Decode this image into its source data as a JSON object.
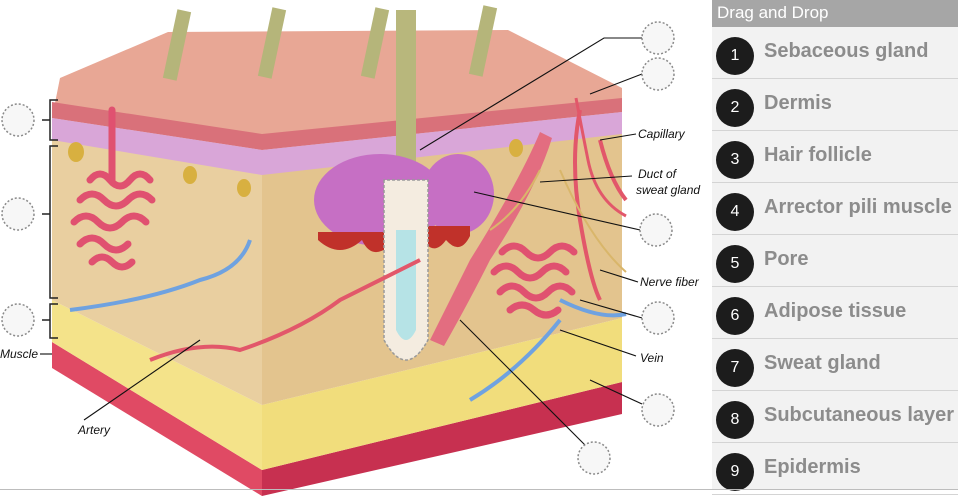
{
  "panel": {
    "title": "Drag and Drop",
    "items": [
      {
        "number": "1",
        "label": "Sebaceous gland"
      },
      {
        "number": "2",
        "label": "Dermis"
      },
      {
        "number": "3",
        "label": "Hair follicle"
      },
      {
        "number": "4",
        "label": "Arrector pili muscle"
      },
      {
        "number": "5",
        "label": "Pore"
      },
      {
        "number": "6",
        "label": "Adipose tissue"
      },
      {
        "number": "7",
        "label": "Sweat gland"
      },
      {
        "number": "8",
        "label": "Subcutaneous layer"
      },
      {
        "number": "9",
        "label": "Epidermis"
      }
    ]
  },
  "diagram": {
    "labels": {
      "capillary": "Capillary",
      "duct_line1": "Duct of",
      "duct_line2": "sweat gland",
      "nerve_fiber": "Nerve fiber",
      "vein": "Vein",
      "muscle": "Muscle",
      "artery": "Artery"
    },
    "drop_zone_count": 9
  }
}
